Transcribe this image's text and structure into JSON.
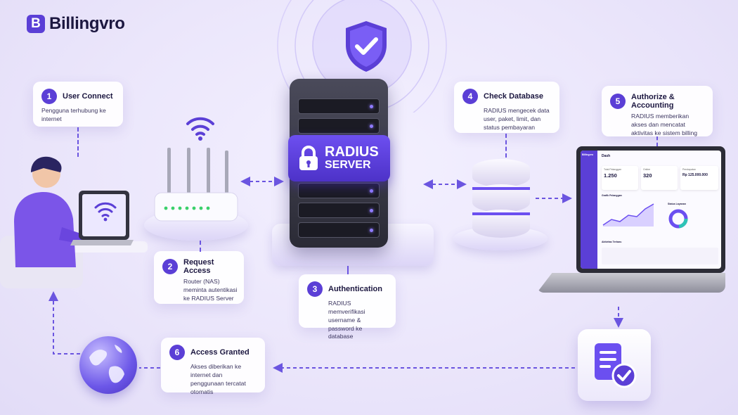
{
  "brand": {
    "logo_letter": "B",
    "name": "Billingvro"
  },
  "colors": {
    "accent": "#5b3fd6",
    "accent_light": "#6b55e0",
    "background": "#ebe6fb"
  },
  "server": {
    "label_line1": "RADIUS",
    "label_line2": "SERVER"
  },
  "steps": [
    {
      "num": "1",
      "title": "User Connect",
      "desc": "Pengguna terhubung ke internet"
    },
    {
      "num": "2",
      "title": "Request Access",
      "desc": "Router (NAS) meminta autentikasi ke RADIUS Server"
    },
    {
      "num": "3",
      "title": "Authentication",
      "desc": "RADIUS memverifikasi username & password ke database"
    },
    {
      "num": "4",
      "title": "Check Database",
      "desc": "RADIUS mengecek data user, paket, limit, dan status pembayaran"
    },
    {
      "num": "5",
      "title": "Authorize & Accounting",
      "desc": "RADIUS memberikan akses dan mencatat aktivitas ke sistem billing"
    },
    {
      "num": "6",
      "title": "Access Granted",
      "desc": "Akses diberikan ke internet dan penggunaan tercatat otomatis"
    }
  ],
  "dashboard": {
    "brand": "Billingvro",
    "greeting": "Dash",
    "stats": [
      {
        "label": "Total Pelanggan",
        "value": "1.250"
      },
      {
        "label": "Online",
        "value": "320"
      },
      {
        "label": "Pendapatan",
        "value": "Rp 125.000.000"
      }
    ],
    "chart_title": "Grafik Pelanggan",
    "donut_title": "Status Layanan",
    "table_title": "Aktivitas Terbaru"
  },
  "icons": [
    "shield-check-icon",
    "lock-icon",
    "wifi-icon",
    "laptop-wifi-icon",
    "router-icon",
    "database-icon",
    "document-check-icon",
    "globe-icon"
  ]
}
